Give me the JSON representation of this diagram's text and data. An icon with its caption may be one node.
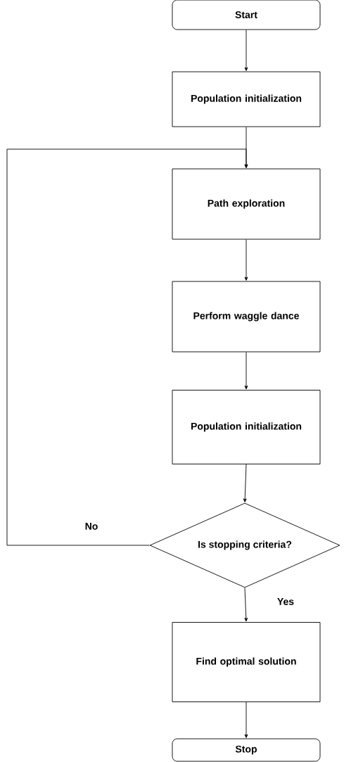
{
  "diagram": {
    "nodes": [
      {
        "text": [
          "Start"
        ]
      },
      {
        "text": [
          "Population initialization"
        ]
      },
      {
        "text": [
          "Path exploration"
        ]
      },
      {
        "text": [
          "Perform waggle dance"
        ]
      },
      {
        "text": [
          "Population initialization"
        ]
      },
      {
        "text": [
          "Is stopping criteria?"
        ]
      },
      {
        "text": [
          "Find optimal solution"
        ]
      },
      {
        "text": [
          "Stop"
        ]
      }
    ],
    "edges": [
      {
        "from": 0,
        "to": 1,
        "arrow": "to"
      },
      {
        "from": 1,
        "to": 2,
        "arrow": "to"
      },
      {
        "from": 2,
        "to": 3,
        "arrow": "to"
      },
      {
        "from": 3,
        "to": 4,
        "arrow": "to"
      },
      {
        "from": 4,
        "to": 5,
        "arrow": "to"
      },
      {
        "from": 5,
        "to": 2,
        "arrow": "to",
        "label": "No"
      },
      {
        "from": 5,
        "to": 6,
        "arrow": "to",
        "label": "Yes"
      },
      {
        "from": 6,
        "to": 7,
        "arrow": "to"
      }
    ]
  }
}
